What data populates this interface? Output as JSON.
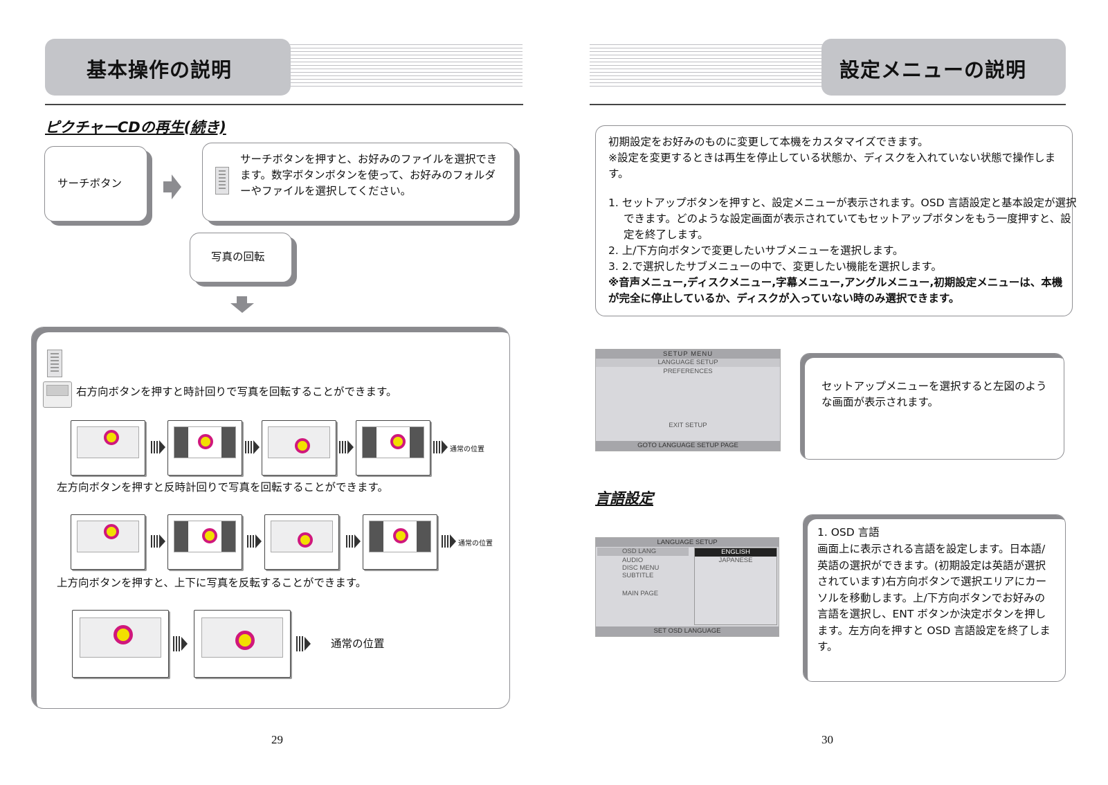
{
  "left": {
    "header_title": "基本操作の説明",
    "subtitle": "ピクチャーCDの再生(続き)",
    "search_label": "サーチボタン",
    "search_desc": "サーチボタンを押すと、お好みのファイルを選択できます。数字ボタンボタンを使って、お好みのフォルダーやファイルを選択してください。",
    "rotate_label": "写真の回転",
    "right_rotate_text": "右方向ボタンを押すと時計回りで写真を回転することができます。",
    "left_rotate_text": "左方向ボタンを押すと反時計回りで写真を回転することができます。",
    "flip_text": "上方向ボタンを押すと、上下に写真を反転することができます。",
    "normal_position": "通常の位置",
    "page_number": "29"
  },
  "right": {
    "header_title": "設定メニューの説明",
    "intro_line1": "初期設定をお好みのものに変更して本機をカスタマイズできます。",
    "intro_line2": "※設定を変更するときは再生を停止している状態か、ディスクを入れていない状態で操作します。",
    "steps": [
      "1.  セットアップボタンを押すと、設定メニューが表示されます。OSD 言語設定と基本設定が選択できます。どのような設定画面が表示されていてもセットアップボタンをもう一度押すと、設定を終了します。",
      "2.  上/下方向ボタンで変更したいサブメニューを選択します。",
      "3.  2.で選択したサブメニューの中で、変更したい機能を選択します。"
    ],
    "note_bold": "※音声メニュー,ディスクメニュー,字幕メニュー,アングルメニュー,初期設定メニューは、本機が完全に停止しているか、ディスクが入っていない時のみ選択できます。",
    "setup_menu": {
      "title": "SETUP MENU",
      "items": [
        "LANGUAGE SETUP",
        "PREFERENCES"
      ],
      "exit": "EXIT SETUP",
      "footer": "GOTO LANGUAGE SETUP PAGE"
    },
    "setup_desc": "セットアップメニューを選択すると左図のような画面が表示されます。",
    "lang_subtitle": "言語設定",
    "lang_menu": {
      "title": "LANGUAGE SETUP",
      "items": [
        "OSD LANG",
        "AUDIO",
        "DISC MENU",
        "SUBTITLE",
        "MAIN PAGE"
      ],
      "options": [
        "ENGLISH",
        "JAPANESE"
      ],
      "footer": "SET OSD LANGUAGE"
    },
    "osd_title": "1. OSD 言語",
    "osd_desc": "画面上に表示される言語を設定します。日本語/英語の選択ができます。(初期設定は英語が選択されています)右方向ボタンで選択エリアにカーソルを移動します。上/下方向ボタンでお好みの言語を選択し、ENT ボタンか決定ボタンを押します。左方向を押すと OSD 言語設定を終了します。",
    "page_number": "30"
  }
}
